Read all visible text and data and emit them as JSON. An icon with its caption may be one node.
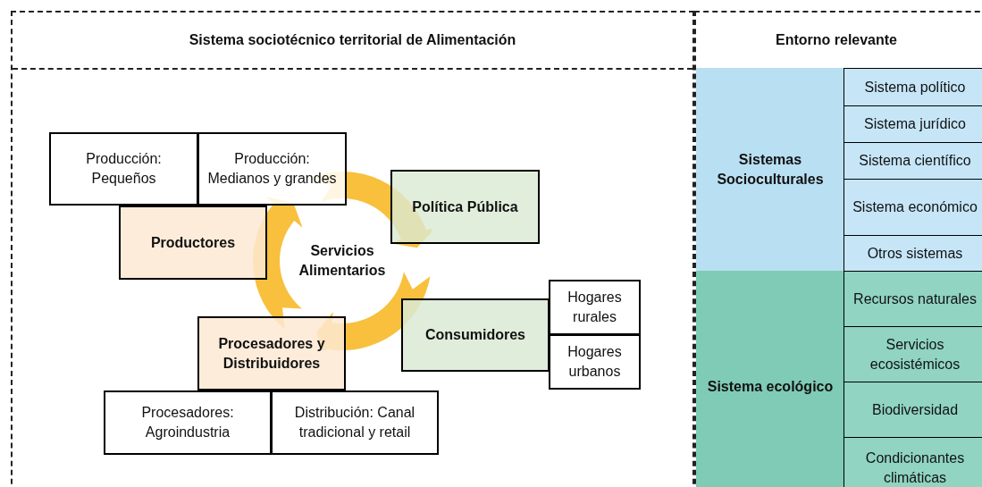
{
  "diagram": {
    "nodes": [
      {
        "text": [
          "Sistema sociotécnico territorial de Alimentación"
        ]
      },
      {
        "text": [
          "Entorno relevante"
        ]
      },
      {
        "text": [
          "Producción: Pequeños"
        ],
        "in": 0
      },
      {
        "text": [
          "Producción: Medianos y grandes"
        ],
        "in": 0
      },
      {
        "text": [
          "Productores"
        ],
        "in": 0
      },
      {
        "text": [
          "Política Pública"
        ],
        "in": 0
      },
      {
        "text": [
          "Servicios Alimentarios"
        ],
        "in": 0
      },
      {
        "text": [
          "Consumidores"
        ],
        "in": 0
      },
      {
        "text": [
          "Hogares rurales"
        ],
        "in": 0
      },
      {
        "text": [
          "Hogares urbanos"
        ],
        "in": 0
      },
      {
        "text": [
          "Procesadores y Distribuidores"
        ],
        "in": 0
      },
      {
        "text": [
          "Procesadores: Agroindustria"
        ],
        "in": 0
      },
      {
        "text": [
          "Distribución: Canal tradicional y retail"
        ],
        "in": 0
      },
      {
        "text": [
          "Sistemas Socioculturales"
        ],
        "in": 1
      },
      {
        "text": [
          "Sistema político"
        ],
        "in": 1
      },
      {
        "text": [
          "Sistema jurídico"
        ],
        "in": 1
      },
      {
        "text": [
          "Sistema científico"
        ],
        "in": 1
      },
      {
        "text": [
          "Sistema económico"
        ],
        "in": 1
      },
      {
        "text": [
          "Otros sistemas"
        ],
        "in": 1
      },
      {
        "text": [
          "Sistema ecológico"
        ],
        "in": 1
      },
      {
        "text": [
          "Recursos naturales"
        ],
        "in": 1
      },
      {
        "text": [
          "Servicios ecosistémicos"
        ],
        "in": 1
      },
      {
        "text": [
          "Biodiversidad"
        ],
        "in": 1
      },
      {
        "text": [
          "Condicionantes climáticas"
        ],
        "in": 1
      }
    ]
  }
}
